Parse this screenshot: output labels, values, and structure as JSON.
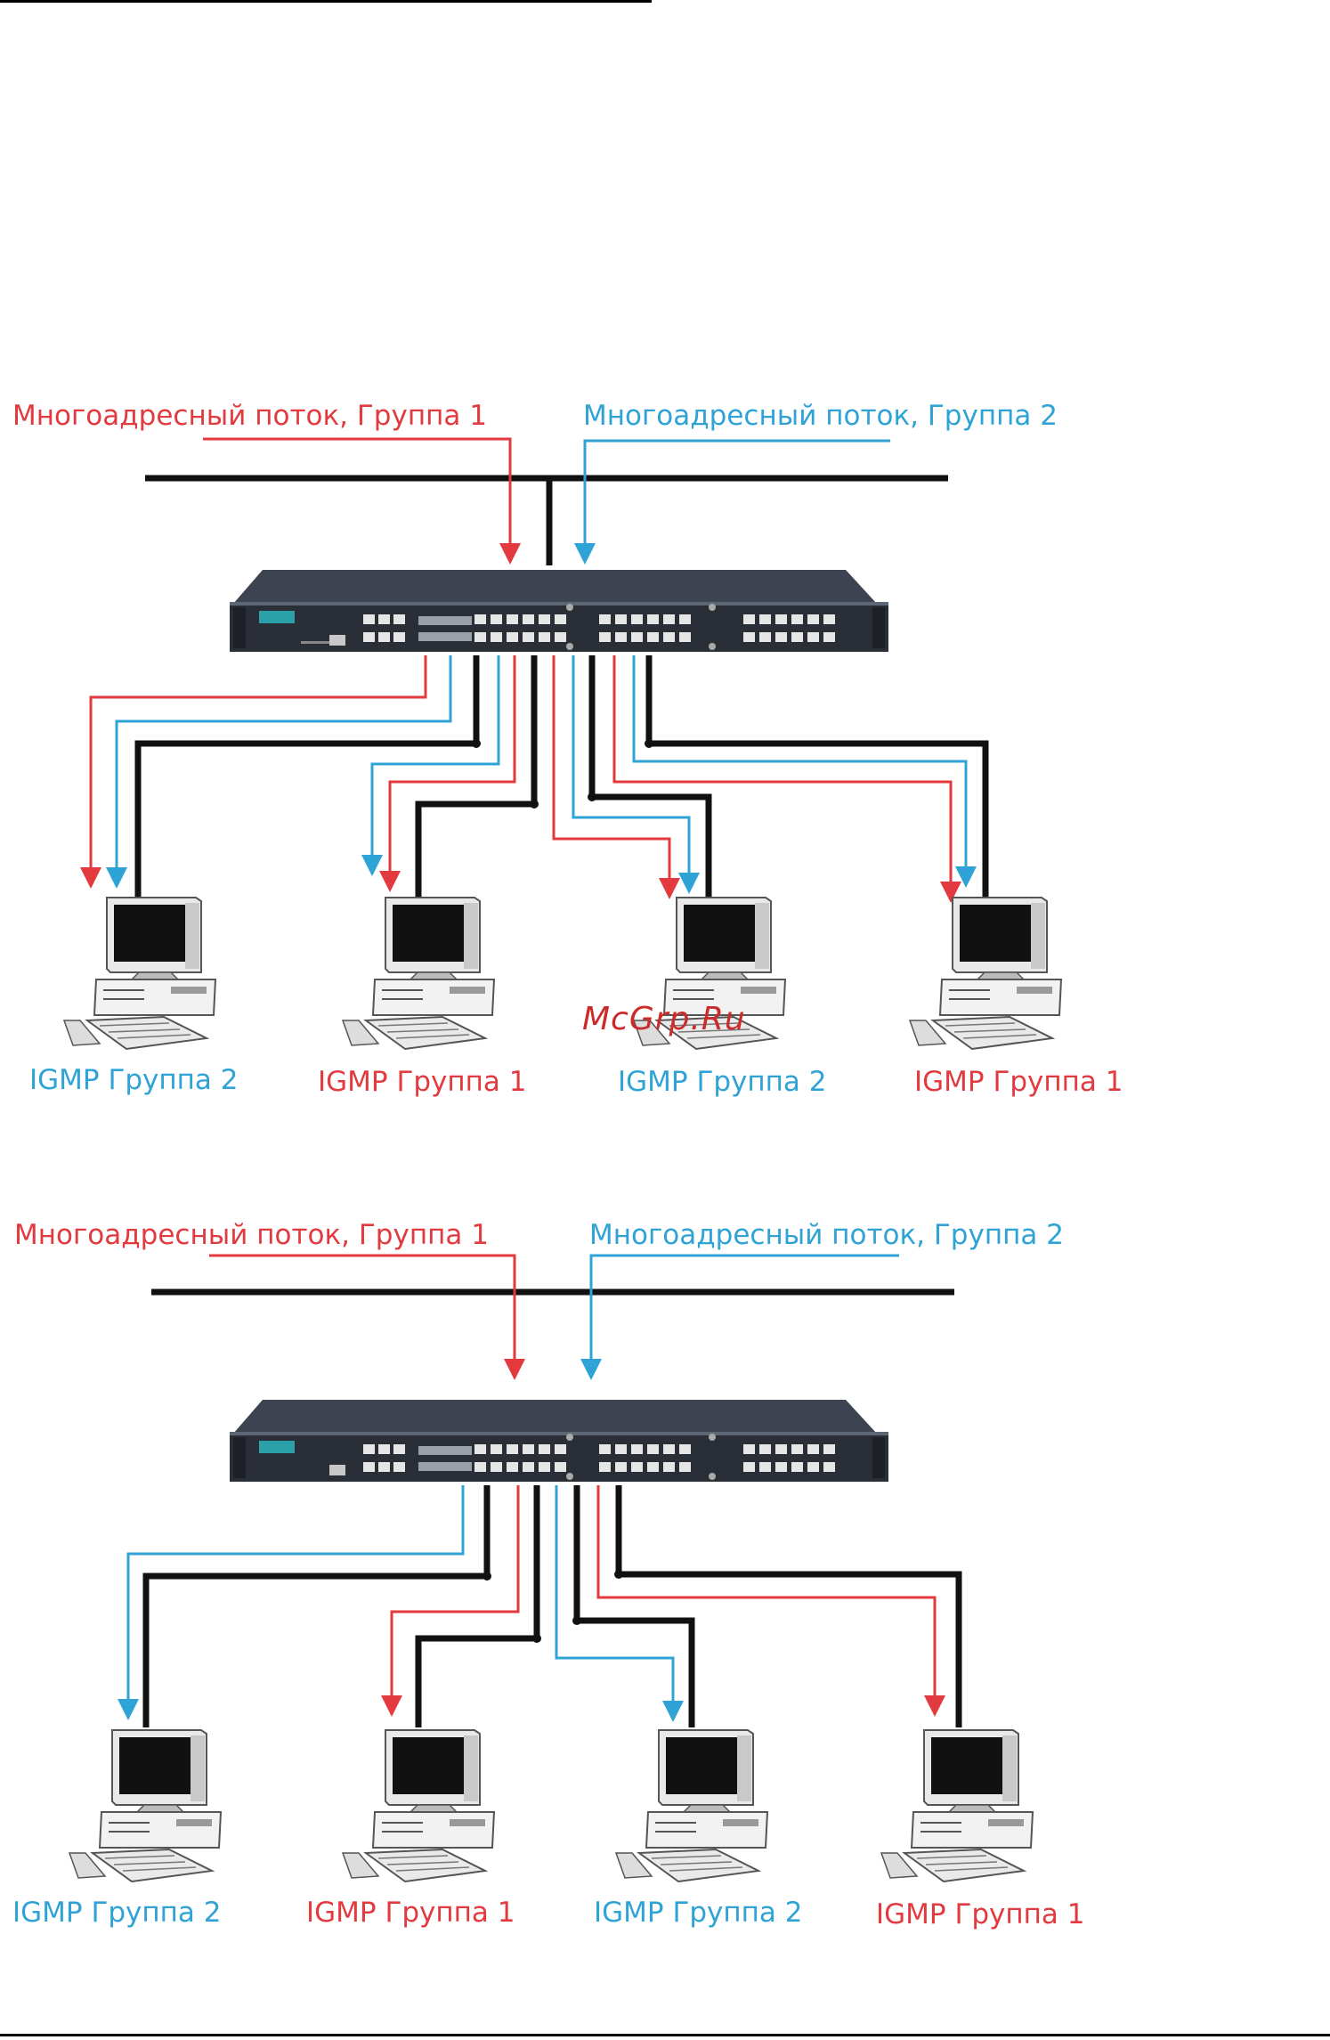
{
  "watermark": "McGrp.Ru",
  "diagrams": [
    {
      "stream_group1": "Многоадресный поток, Группа 1",
      "stream_group2": "Многоадресный поток, Группа 2",
      "pcs": [
        "IGMP Группа 2",
        "IGMP Группа 1",
        "IGMP Группа 2",
        "IGMP Группа 1"
      ]
    },
    {
      "stream_group1": "Многоадресный поток, Группа 1",
      "stream_group2": "Многоадресный поток, Группа 2",
      "pcs": [
        "IGMP Группа 2",
        "IGMP Группа 1",
        "IGMP Группа 2",
        "IGMP Группа 1"
      ]
    }
  ],
  "colors": {
    "group1": "#e23a3f",
    "group2": "#2fa3d6",
    "wire": "#111111"
  },
  "icons": [
    "network-switch-icon",
    "computer-icon"
  ]
}
